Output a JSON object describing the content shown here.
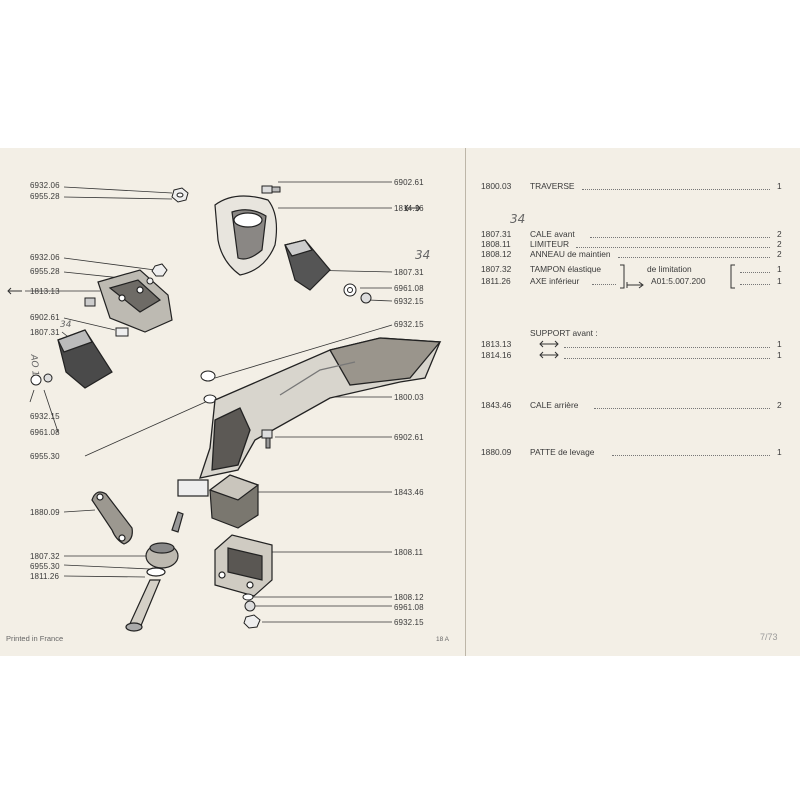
{
  "callouts": {
    "c1": "6932.06",
    "c2": "6955.28",
    "c3": "6902.61",
    "c4": "1814.16",
    "c5": "6932.06",
    "c6": "6955.28",
    "c7": "1813.13",
    "c8": "1807.31",
    "c9": "6961.08",
    "c10": "6902.61",
    "c11": "6932.15",
    "c12": "6932.15",
    "c13": "1807.31",
    "c14": "1800.03",
    "c15": "6932.15",
    "c16": "6961.08",
    "c17": "6955.30",
    "c18": "6902.61",
    "c19": "1843.46",
    "c20": "1880.09",
    "c21": "1807.32",
    "c22": "6955.30",
    "c23": "1811.26",
    "c24": "1808.11",
    "c25": "1808.12",
    "c26": "6961.08",
    "c27": "6932.15"
  },
  "handwritten": {
    "h1": "34",
    "h2": "34",
    "h3": "34",
    "h4": "AO 1"
  },
  "parts": {
    "r1": {
      "ref": "1800.03",
      "desc": "TRAVERSE",
      "qty": "1"
    },
    "r2": {
      "ref": "1807.31",
      "desc": "CALE avant",
      "qty": "2"
    },
    "r3": {
      "ref": "1808.11",
      "desc": "LIMITEUR",
      "qty": "2"
    },
    "r4": {
      "ref": "1808.12",
      "desc": "ANNEAU de maintien",
      "qty": "2"
    },
    "r5": {
      "ref": "1807.32",
      "desc": "TAMPON élastique",
      "qty": "1"
    },
    "r6": {
      "ref": "1811.26",
      "desc": "AXE inférieur",
      "qty": "1"
    },
    "bracket_note": "de limitation",
    "bracket_code": "A01:5.007.200",
    "support_heading": "SUPPORT avant :",
    "r7": {
      "ref": "1813.13",
      "qty": "1"
    },
    "r8": {
      "ref": "1814.16",
      "qty": "1"
    },
    "r9": {
      "ref": "1843.46",
      "desc": "CALE arrière",
      "qty": "2"
    },
    "r10": {
      "ref": "1880.09",
      "desc": "PATTE de levage",
      "qty": "1"
    }
  },
  "footer": {
    "printed": "Printed in France",
    "fig": "18 A",
    "page": "7/73"
  }
}
